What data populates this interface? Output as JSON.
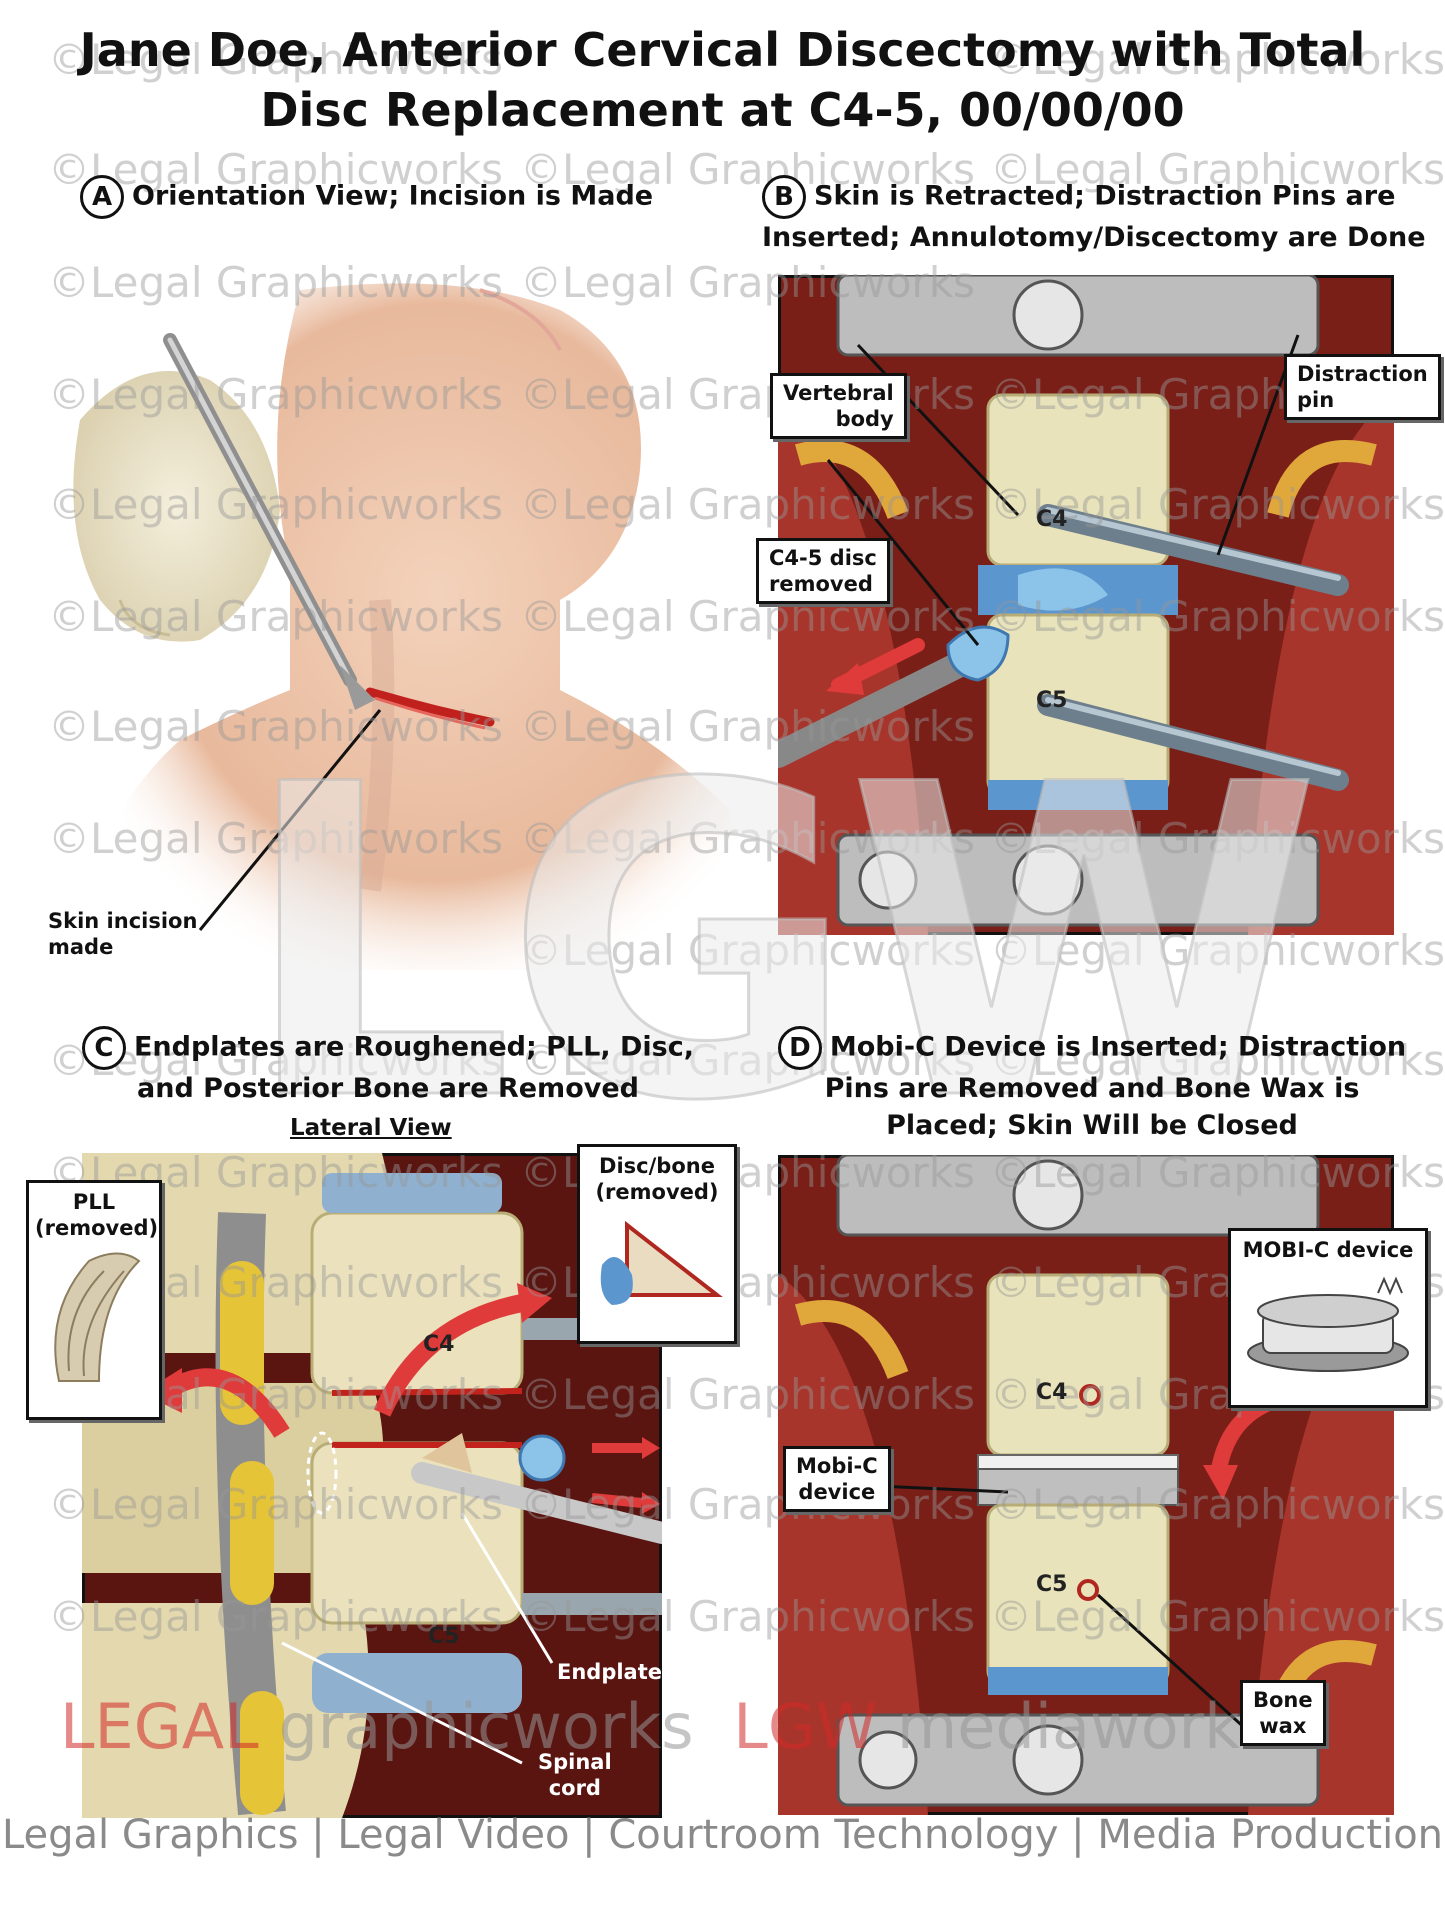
{
  "title": {
    "line1": "Jane Doe, Anterior Cervical Discectomy with Total",
    "line2": "Disc Replacement at C4-5, 00/00/00"
  },
  "panels": {
    "a": {
      "badge": "A",
      "label": "Orientation View; Incision is Made",
      "callout_skin": "Skin incision made"
    },
    "b": {
      "badge": "B",
      "label_line1": "Skin is Retracted; Distraction Pins are",
      "label_line2": "Inserted; Annulotomy/Discectomy are Done",
      "callout_vertebral_line1": "Vertebral",
      "callout_vertebral_line2": "body",
      "callout_pin_line1": "Distraction",
      "callout_pin_line2": "pin",
      "callout_disc_line1": "C4-5 disc",
      "callout_disc_line2": "removed",
      "level_c4": "C4",
      "level_c5": "C5"
    },
    "c": {
      "badge": "C",
      "label_line1": "Endplates are Roughened; PLL, Disc,",
      "label_line2": "and Posterior Bone are Removed",
      "subtitle": "Lateral View",
      "callout_pll_line1": "PLL",
      "callout_pll_line2": "(removed)",
      "callout_discbone_line1": "Disc/bone",
      "callout_discbone_line2": "(removed)",
      "level_c4": "C4",
      "level_c5": "C5",
      "label_endplate": "Endplate",
      "label_spinal_line1": "Spinal",
      "label_spinal_line2": "cord"
    },
    "d": {
      "badge": "D",
      "label_line1": "Mobi-C Device is Inserted; Distraction",
      "label_line2": "Pins are Removed and Bone Wax is",
      "label_line3": "Placed; Skin Will be Closed",
      "callout_device_box": "MOBI-C device",
      "callout_mobic_line1": "Mobi-C",
      "callout_mobic_line2": "device",
      "callout_wax_line1": "Bone",
      "callout_wax_line2": "wax",
      "level_c4": "C4",
      "level_c5": "C5"
    }
  },
  "watermark": {
    "text": "©Legal Graphicworks",
    "big": "LGW"
  },
  "footer": {
    "brand_red": "LEGAL",
    "brand_gray": "graphicworks",
    "brand2_red": "LGW",
    "brand2_gray": "mediaworks",
    "tagline": "Legal Graphics | Legal Video | Courtroom Technology | Media Production"
  },
  "colors": {
    "tissue": "#8e2a22",
    "bone": "#e8e2b8",
    "disc": "#6fa8dc",
    "metal": "#b8b8b8",
    "callout_border": "#111111"
  }
}
